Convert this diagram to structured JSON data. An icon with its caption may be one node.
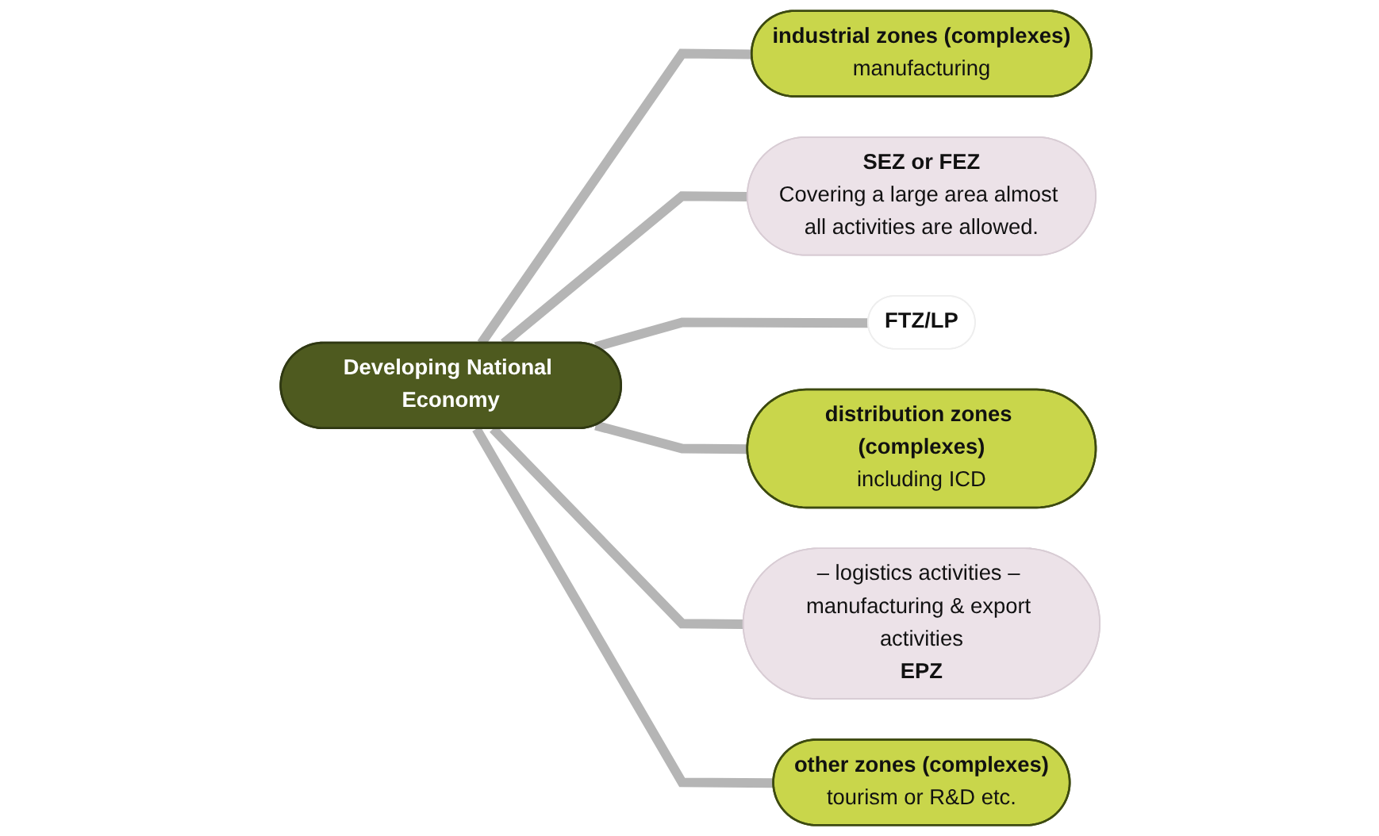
{
  "diagram": {
    "nodes": [
      {
        "text": [
          "industrial zones (complexes)",
          "manufacturing"
        ]
      },
      {
        "text": [
          "SEZ or FEZ",
          "Covering a large area almost all activities are allowed."
        ]
      },
      {
        "text": [
          "FTZ/LP"
        ]
      },
      {
        "text": [
          "Developing National Economy"
        ]
      },
      {
        "text": [
          "distribution zones (complexes)",
          "including ICD"
        ]
      },
      {
        "text": [
          "– logistics activities – manufacturing & export activities",
          "EPZ"
        ]
      },
      {
        "text": [
          "other zones (complexes)",
          "tourism or R&D etc."
        ]
      }
    ],
    "edges": [
      {
        "from": 3,
        "to": 0,
        "arrow": "none"
      },
      {
        "from": 3,
        "to": 1,
        "arrow": "none"
      },
      {
        "from": 3,
        "to": 2,
        "arrow": "none"
      },
      {
        "from": 3,
        "to": 4,
        "arrow": "none"
      },
      {
        "from": 3,
        "to": 5,
        "arrow": "none"
      },
      {
        "from": 3,
        "to": 6,
        "arrow": "none"
      }
    ]
  }
}
